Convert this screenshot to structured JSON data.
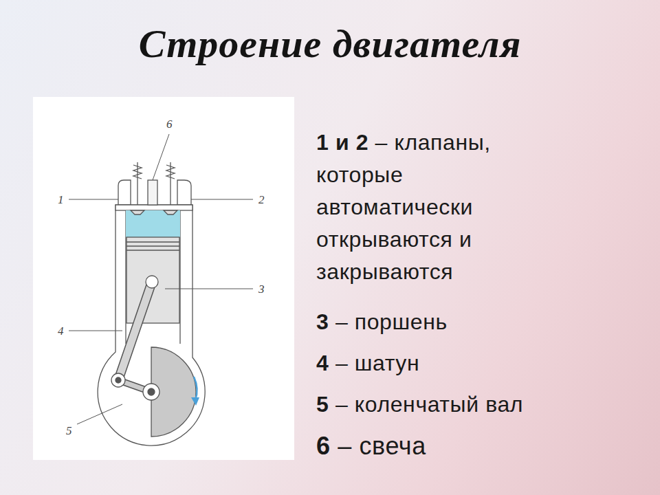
{
  "diagram": {
    "title": "Строение двигателя",
    "labels": [
      "6",
      "1",
      "2",
      "3",
      "4",
      "5",
      "1 и 2",
      "– клапаны, которые автоматически открываются и закрываются",
      "3",
      "– поршень",
      "4",
      "– шатун",
      "5",
      "– коленчатый вал",
      "6",
      "– свеча"
    ]
  }
}
